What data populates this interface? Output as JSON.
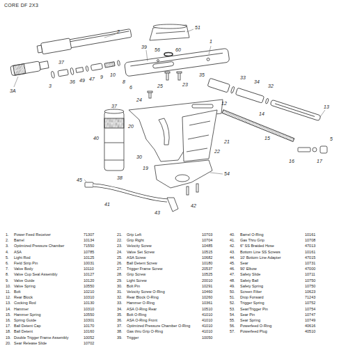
{
  "diagram": {
    "labels": [
      "CORE DF 2X3",
      "2",
      "39",
      "3A",
      "37",
      "3",
      "36",
      "49",
      "47",
      "9",
      "10",
      "8",
      "6",
      "56",
      "60",
      "51",
      "1",
      "35",
      "33",
      "34",
      "32",
      "13",
      "12",
      "14",
      "15",
      "16",
      "17",
      "5",
      "23",
      "25",
      "24",
      "37",
      "20",
      "40",
      "21",
      "22",
      "30",
      "38",
      "19",
      "54",
      "45",
      "41",
      "43",
      "42",
      "1.",
      "Power Feed Receiver",
      "71307",
      "2.",
      "Barrel",
      "10134",
      "3.",
      "Optimized Pressure Chamber",
      "71550",
      "4.",
      "ASA",
      "10785",
      "5.",
      "Light Rod",
      "10125",
      "6.",
      "Field Strip Pin",
      "10031",
      "7.",
      "Valve Body",
      "10110",
      "8.",
      "Valve Cup Seal Assembly",
      "10127",
      "9.",
      "Valve Guide",
      "10120",
      "10.",
      "Valve Spring",
      "10550",
      "11.",
      "Bolt",
      "10210",
      "12.",
      "Rear Block",
      "10310",
      "13.",
      "Cocking Rod",
      "10130",
      "14.",
      "Hammer",
      "10310",
      "15.",
      "Hammer Spring",
      "10550",
      "16.",
      "Spring Guide",
      "10301",
      "17.",
      "Ball Detent Cap",
      "10170",
      "18.",
      "Ball Detent",
      "10160",
      "19.",
      "Double Trigger Frame Assembly",
      "10052",
      "20.",
      "Sear Release Slide",
      "10702",
      "21.",
      "Grip Left",
      "10703",
      "22.",
      "Grip Right",
      "10704",
      "23.",
      "Velocity Screw",
      "10485",
      "24.",
      "Valve Set Screw",
      "10515",
      "25.",
      "ASA Screw",
      "10682",
      "26.",
      "Ball Detent Screw",
      "10180",
      "27.",
      "Trigger Frame Screw",
      "20537",
      "28.",
      "Grip Screw",
      "10525",
      "29.",
      "Light Screw",
      "20010",
      "30.",
      "Bolt Pin",
      "10291",
      "31.",
      "Velocity Screw O-Ring",
      "10460",
      "32.",
      "Rear Block O-Ring",
      "10260",
      "33.",
      "Hammer O-Ring",
      "10361",
      "34.",
      "ASA O-Ring Rear",
      "10510",
      "35.",
      "Bolt O-Ring",
      "41010",
      "36.",
      "ASA O-Ring Front",
      "41010",
      "37.",
      "Optimized Pressure Chamber O-Ring",
      "41010",
      "38.",
      "Gas thru Grip O-Ring",
      "41010",
      "39.",
      "Trigger",
      "10050",
      "40.",
      "Barrel O-Ring",
      "10161",
      "41.",
      "Gas Thru Grip",
      "10708",
      "42.",
      "6\" SS Braided Hose",
      "47013",
      "43.",
      "Bottom Line SS Screws",
      "10161",
      "44.",
      "10' Bottom Line Adapter",
      "47015",
      "45.",
      "Sear",
      "10731",
      "46.",
      "90' Elbow",
      "47000",
      "47.",
      "Safety Slide",
      "10711",
      "48.",
      "Safety Ball",
      "10750",
      "49.",
      "Safety Spring",
      "10750",
      "50.",
      "Screen Filter",
      "10623",
      "51.",
      "Drop Forward",
      "71243",
      "52.",
      "Trigger Spring",
      "10752",
      "53.",
      "Sear/Trigger Pin",
      "10754",
      "54.",
      "Sear Pin",
      "10747",
      "55.",
      "Sear Spring",
      "10749",
      "56.",
      "Powerfeed O-Ring",
      "40616",
      "57.",
      "Powerfeed Plug",
      "40510"
    ]
  }
}
